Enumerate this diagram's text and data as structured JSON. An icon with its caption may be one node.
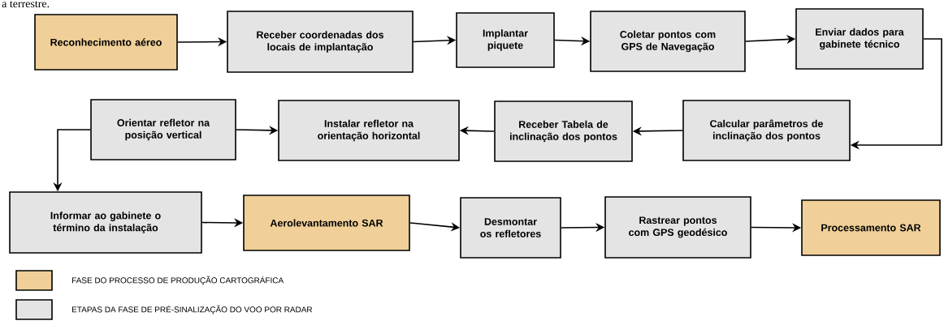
{
  "diagram": {
    "nodes": [
      {
        "text": [
          "Reconhecimento aéreo"
        ]
      },
      {
        "text": [
          "Receber coordenadas dos locais de implantação"
        ]
      },
      {
        "text": [
          "Implantar piquete"
        ]
      },
      {
        "text": [
          "Coletar pontos com GPS de Navegação"
        ]
      },
      {
        "text": [
          "Enviar dados para gabinete técnico"
        ]
      },
      {
        "text": [
          "Orientar refletor na posição vertical"
        ]
      },
      {
        "text": [
          "Instalar refletor na orientação horizontal"
        ]
      },
      {
        "text": [
          "Receber Tabela de inclinação dos pontos"
        ]
      },
      {
        "text": [
          "Calcular parâmetros de inclinação dos pontos"
        ]
      },
      {
        "text": [
          "Informar ao gabinete o término da instalação"
        ]
      },
      {
        "text": [
          "Aerolevantamento SAR"
        ]
      },
      {
        "text": [
          "Desmontar os refletores"
        ]
      },
      {
        "text": [
          "Rastrear pontos com GPS geodésico"
        ]
      },
      {
        "text": [
          "Processamento SAR"
        ]
      }
    ],
    "edges": [
      {
        "from": 0,
        "to": 1,
        "arrow": "to"
      },
      {
        "from": 1,
        "to": 2,
        "arrow": "to"
      },
      {
        "from": 2,
        "to": 3,
        "arrow": "to"
      },
      {
        "from": 3,
        "to": 4,
        "arrow": "to"
      },
      {
        "from": 4,
        "to": 8,
        "arrow": "to"
      },
      {
        "from": 8,
        "to": 7,
        "arrow": "to"
      },
      {
        "from": 7,
        "to": 6,
        "arrow": "to"
      },
      {
        "from": 5,
        "to": 6,
        "arrow": "to"
      },
      {
        "from": 5,
        "to": 9,
        "arrow": "to"
      },
      {
        "from": 9,
        "to": 10,
        "arrow": "to"
      },
      {
        "from": 10,
        "to": 11,
        "arrow": "to"
      },
      {
        "from": 11,
        "to": 12,
        "arrow": "to"
      },
      {
        "from": 12,
        "to": 13,
        "arrow": "to"
      }
    ],
    "labels": [
      "a terrestre."
    ],
    "legend": [
      {
        "text": "FASE DO PROCESSO DE PRODUÇÃO CARTOGRÁFICA",
        "color": "#f0d098"
      },
      {
        "text": "ETAPAS DA FASE DE PRÉ-SINALIZAÇÃO DO VOO POR RADAR",
        "color": "#e4e4e4"
      }
    ]
  }
}
